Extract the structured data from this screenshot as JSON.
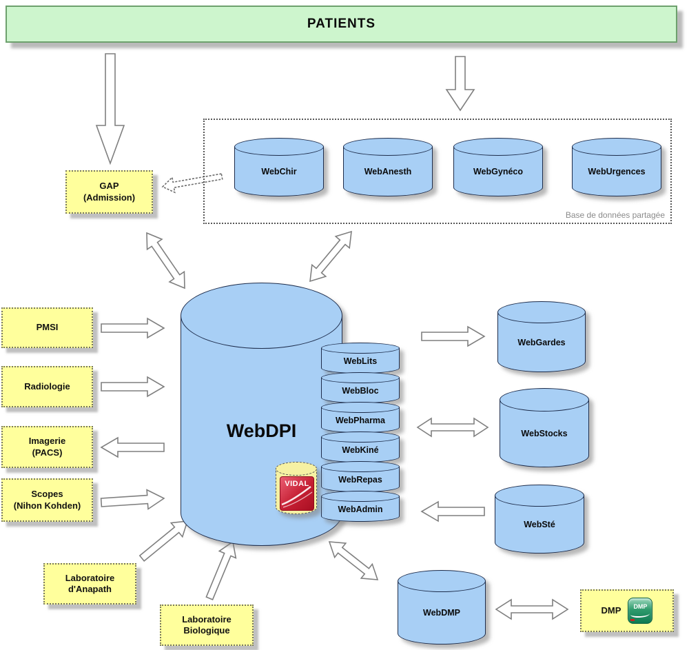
{
  "colors": {
    "cylinder_fill": "#a8cff5",
    "note_fill": "#ffff9c",
    "banner_fill": "#cdf5cd",
    "vidal_red": "#c51f33",
    "dmp_green": "#0f7a52"
  },
  "banner": {
    "label": "PATIENTS"
  },
  "shared_db_box": {
    "caption": "Base de données partagée",
    "databases": [
      {
        "label": "WebChir"
      },
      {
        "label": "WebAnesth"
      },
      {
        "label": "WebGynéco"
      },
      {
        "label": "WebUrgences"
      }
    ]
  },
  "gap_note": {
    "title": "GAP",
    "subtitle": "(Admission)"
  },
  "left_notes": {
    "pmsi": {
      "title": "PMSI"
    },
    "radiologie": {
      "title": "Radiologie"
    },
    "imagerie": {
      "title": "Imagerie",
      "subtitle": "(PACS)"
    },
    "scopes": {
      "title": "Scopes",
      "subtitle": "(Nihon Kohden)"
    }
  },
  "center": {
    "main_db": {
      "label": "WebDPI"
    },
    "vidal_badge": {
      "label": "VIDAL"
    },
    "modules": [
      {
        "label": "WebLits"
      },
      {
        "label": "WebBloc"
      },
      {
        "label": "WebPharma"
      },
      {
        "label": "WebKiné"
      },
      {
        "label": "WebRepas"
      },
      {
        "label": "WebAdmin"
      }
    ]
  },
  "right_dbs": [
    {
      "label": "WebGardes"
    },
    {
      "label": "WebStocks"
    },
    {
      "label": "WebSté"
    }
  ],
  "bottom": {
    "anapath": {
      "title": "Laboratoire",
      "subtitle": "d'Anapath"
    },
    "biologique": {
      "title": "Laboratoire",
      "subtitle": "Biologique"
    },
    "webdmp": {
      "label": "WebDMP"
    },
    "dmp_note": {
      "title": "DMP",
      "icon_label": "DMP"
    }
  }
}
